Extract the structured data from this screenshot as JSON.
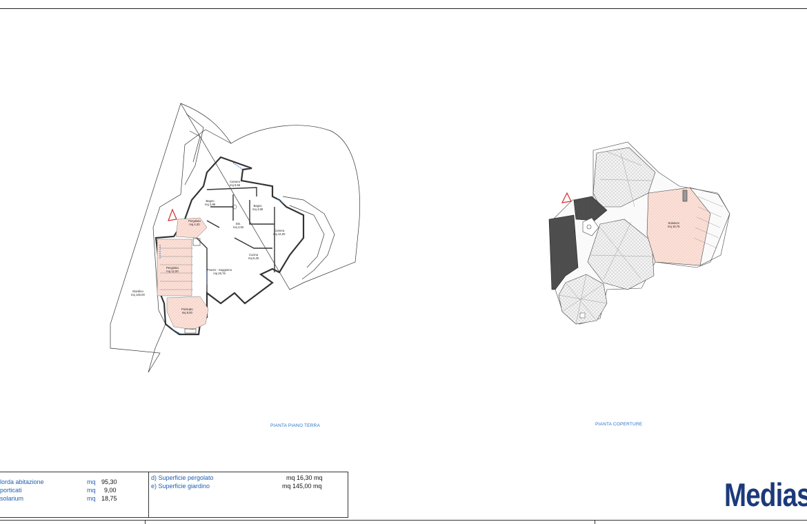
{
  "ground_floor": {
    "caption": "PIANTA PIANO TERRA",
    "rooms": {
      "camera1": {
        "name": "Camera",
        "area": "mq 9,55"
      },
      "bagno1": {
        "name": "Bagno",
        "area": "mq 3,99"
      },
      "bagno2": {
        "name": "Bagno",
        "area": "mq 4,68"
      },
      "dis": {
        "name": "Dis.",
        "area": "mq 4,92"
      },
      "camera2": {
        "name": "Camera",
        "area": "mq 14,00"
      },
      "pergolato1": {
        "name": "Pergolato",
        "area": "mq 4,30"
      },
      "pergolato2": {
        "name": "Pergolato",
        "area": "mq 12,00"
      },
      "cucina": {
        "name": "Cucina",
        "area": "mq 5,25"
      },
      "pranzo": {
        "name": "Pranzo - Soggiorno",
        "area": "mq 25,76"
      },
      "giardino": {
        "name": "Giardino",
        "area": "mq 145,00"
      },
      "porticato": {
        "name": "Porticato",
        "area": "mq 9,00"
      }
    }
  },
  "roof": {
    "caption": "PIANTA COPERTURE",
    "solarium": {
      "name": "Solarium",
      "area": "mq 18,75"
    }
  },
  "legend": {
    "left": [
      {
        "label": "lorda  abitazione",
        "unit": "mq",
        "value": "95,30"
      },
      {
        "label": "porticati",
        "unit": "mq",
        "value": "9,00"
      },
      {
        "label": "solarium",
        "unit": "mq",
        "value": "18,75"
      }
    ],
    "right": [
      {
        "label": "d)  Superficie  pergolato",
        "value": "mq 16,30 mq"
      },
      {
        "label": "e)  Superficie  giardino",
        "value": "mq 145,00 mq"
      }
    ]
  },
  "brand": {
    "name": "Mediasa"
  },
  "colors": {
    "caption": "#2a72c6",
    "legend_text": "#1f5fb0",
    "logo": "#1c3a7a",
    "hatch": "#f3c7bb"
  }
}
